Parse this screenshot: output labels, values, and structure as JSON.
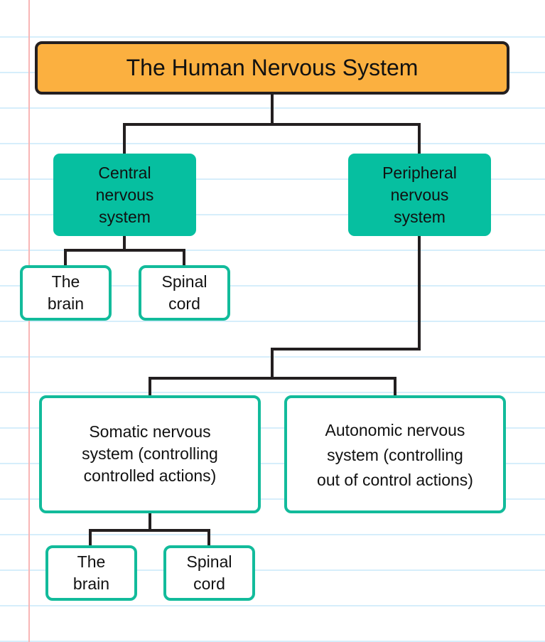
{
  "diagram": {
    "title": "The Human Nervous System",
    "colors": {
      "title_fill": "#fbb040",
      "title_border": "#231f20",
      "major_fill": "#06bfa0",
      "leaf_border": "#12bb9b",
      "connector": "#231f20",
      "ruled_line": "#d6eefb",
      "margin_line": "#f8b6b6"
    },
    "central": {
      "lines": [
        "Central",
        "nervous",
        "system"
      ],
      "children": [
        {
          "lines": [
            "The",
            "brain"
          ]
        },
        {
          "lines": [
            "Spinal",
            "cord"
          ]
        }
      ]
    },
    "peripheral": {
      "lines": [
        "Peripheral",
        "nervous",
        "system"
      ],
      "somatic": {
        "lines": [
          "Somatic nervous",
          "system (controlling",
          "controlled actions)"
        ],
        "children": [
          {
            "lines": [
              "The",
              "brain"
            ]
          },
          {
            "lines": [
              "Spinal",
              "cord"
            ]
          }
        ]
      },
      "autonomic": {
        "lines": [
          "Autonomic nervous",
          "system (controlling",
          "out of control actions)"
        ]
      }
    }
  }
}
